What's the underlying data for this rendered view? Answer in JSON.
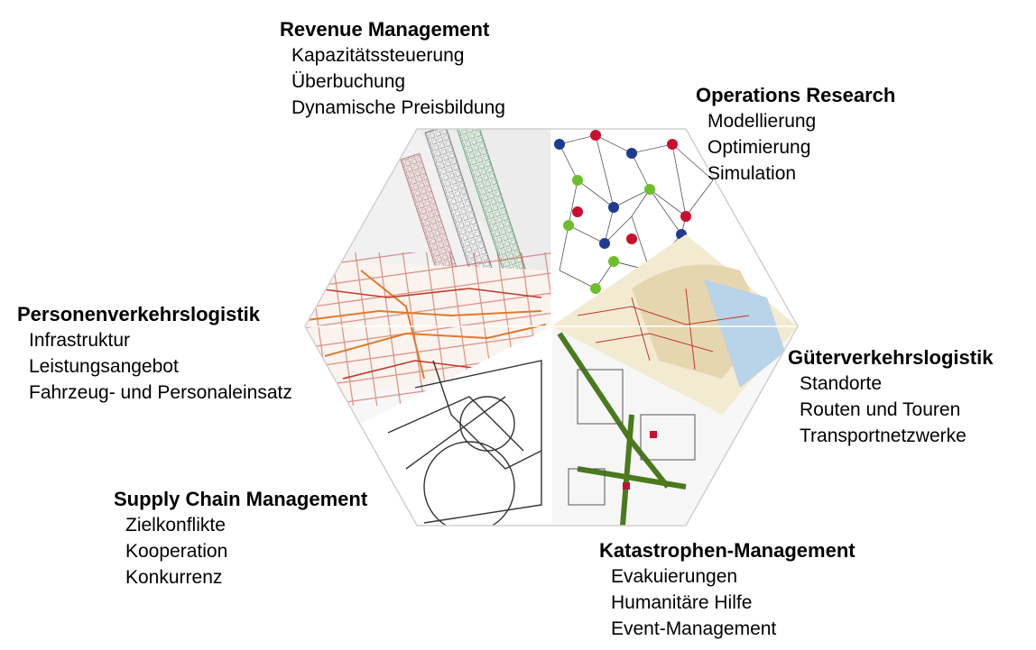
{
  "groups": [
    {
      "id": "revenue",
      "title": "Revenue Management",
      "items": [
        "Kapazitätssteuerung",
        "Überbuchung",
        "Dynamische Preisbildung"
      ]
    },
    {
      "id": "operations",
      "title": "Operations Research",
      "items": [
        "Modellierung",
        "Optimierung",
        "Simulation"
      ]
    },
    {
      "id": "personen",
      "title": "Personenverkehrslogistik",
      "items": [
        "Infrastruktur",
        "Leistungsangebot",
        "Fahrzeug- und Personaleinsatz"
      ]
    },
    {
      "id": "gueter",
      "title": "Güterverkehrslogistik",
      "items": [
        "Standorte",
        "Routen und Touren",
        "Transportnetzwerke"
      ]
    },
    {
      "id": "supply",
      "title": "Supply Chain Management",
      "items": [
        "Zielkonflikte",
        "Kooperation",
        "Konkurrenz"
      ]
    },
    {
      "id": "katastrophen",
      "title": "Katastrophen-Management",
      "items": [
        "Evakuierungen",
        "Humanitäre Hilfe",
        "Event-Management"
      ]
    }
  ],
  "colors": {
    "node_red": "#c8102e",
    "node_blue": "#1f3b8f",
    "node_green": "#6cbf2a",
    "rail_red": "#c0392b",
    "rail_orange": "#e07a2c",
    "map_green": "#4a7a1c"
  }
}
